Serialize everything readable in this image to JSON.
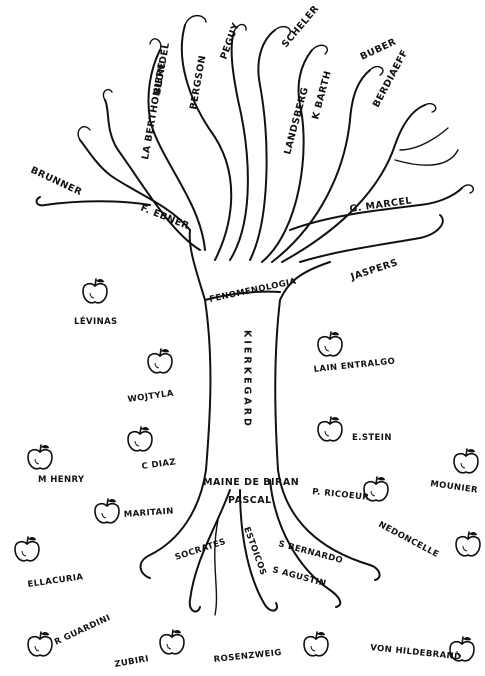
{
  "trunk": {
    "vertical_label": "KIERKEGARD",
    "fenomenologia": "FENOMENOLOGIA",
    "maine_de_biran": "MAINE DE BIRAN",
    "pascal": "PASCAL"
  },
  "branches": {
    "brunner": "BRUNNER",
    "f_ebner": "F. EBNER",
    "la_berthoniere": "LA BERTHONIERE",
    "blondel": "BLONDEL",
    "bergson": "BERGSON",
    "peguy": "PEGUY",
    "scheler": "SCHELER",
    "landsberg": "LANDSBERG",
    "k_barth": "K BARTH",
    "buber": "BUBER",
    "berdiaeff": "BERDIAEFF",
    "g_marcel": "G. MARCEL",
    "jaspers": "JASPERS"
  },
  "roots": {
    "socrates": "SOCRATES",
    "estoicos": "ESTOICOS",
    "s_bernardo": "S BERNARDO",
    "s_agustin": "S AGUSTIN"
  },
  "apples": {
    "levinas": "LÉVINAS",
    "wojtyla": "WOJTYLA",
    "c_diaz": "C DIAZ",
    "m_henry": "M HENRY",
    "maritain": "MARITAIN",
    "ellacuria": "ELLACURIA",
    "r_guardini": "R GUARDINI",
    "zubiri": "ZUBIRI",
    "rosenzweig": "ROSENZWEIG",
    "lain_entralgo": "LAIN ENTRALGO",
    "e_stein": "E.STEIN",
    "mounier": "MOUNIER",
    "p_ricoeur": "P. RICOEUR",
    "nedoncelle": "NEDONCELLE",
    "von_hildebrand": "VON HILDEBRAND"
  }
}
